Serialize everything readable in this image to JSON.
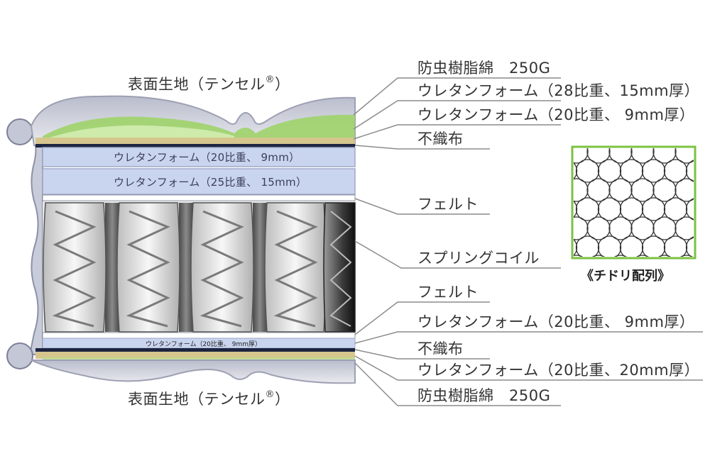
{
  "top_surface": {
    "text": "表面生地（テンセル",
    "mark": "®",
    "close": "）"
  },
  "bottom_surface": {
    "text": "表面生地（テンセル",
    "mark": "®",
    "close": "）"
  },
  "inner_labels": {
    "top_layer_1": "ウレタンフォーム（20比重、 9mm）",
    "top_layer_2": "ウレタンフォーム（25比重、 15mm）",
    "bottom_layer": "ウレタンフォーム（20比重、 9mm厚）"
  },
  "callouts": [
    "防虫樹脂綿　250G",
    "ウレタンフォーム（28比重、15mm厚）",
    "ウレタンフォーム（20比重、 9mm厚）",
    "不織布",
    "フェルト",
    "スプリングコイル",
    "フェルト",
    "ウレタンフォーム（20比重、 9mm厚）",
    "不織布",
    "ウレタンフォーム（20比重、20mm厚）",
    "防虫樹脂綿　250G"
  ],
  "inset": {
    "caption": "《チドリ配列》"
  },
  "colors": {
    "layer_blue": "#c9d4ee",
    "green_fill": "#9ed36a",
    "tan_fill": "#d6c68e",
    "frame_green": "#7cc242",
    "leader_gray": "#8c8c8c"
  }
}
